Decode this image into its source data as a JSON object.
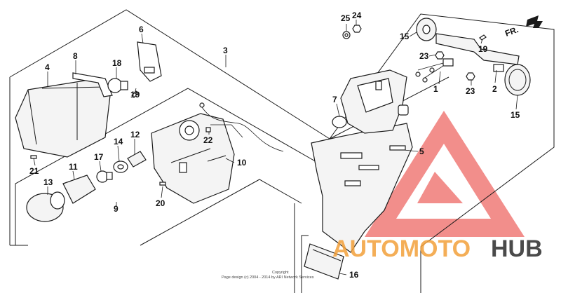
{
  "direction_label": "FR.",
  "callouts": [
    {
      "id": "1",
      "text": "1"
    },
    {
      "id": "2",
      "text": "2"
    },
    {
      "id": "3",
      "text": "3"
    },
    {
      "id": "4",
      "text": "4"
    },
    {
      "id": "5",
      "text": "5"
    },
    {
      "id": "6",
      "text": "6"
    },
    {
      "id": "7",
      "text": "7"
    },
    {
      "id": "8",
      "text": "8"
    },
    {
      "id": "9",
      "text": "9"
    },
    {
      "id": "10",
      "text": "10"
    },
    {
      "id": "11",
      "text": "11"
    },
    {
      "id": "12",
      "text": "12"
    },
    {
      "id": "13",
      "text": "13"
    },
    {
      "id": "14",
      "text": "14"
    },
    {
      "id": "15a",
      "text": "15"
    },
    {
      "id": "15b",
      "text": "15"
    },
    {
      "id": "16",
      "text": "16"
    },
    {
      "id": "17",
      "text": "17"
    },
    {
      "id": "18",
      "text": "18"
    },
    {
      "id": "19a",
      "text": "19"
    },
    {
      "id": "19b",
      "text": "19"
    },
    {
      "id": "20",
      "text": "20"
    },
    {
      "id": "21",
      "text": "21"
    },
    {
      "id": "22",
      "text": "22"
    },
    {
      "id": "23a",
      "text": "23"
    },
    {
      "id": "23b",
      "text": "23"
    },
    {
      "id": "24",
      "text": "24"
    },
    {
      "id": "25",
      "text": "25"
    }
  ],
  "copyright": {
    "line1": "Copyright",
    "line2": "Page design (c) 2004 - 2014 by ARI Network Services"
  },
  "watermark": {
    "text_part1": "AUTOMOTO",
    "text_part2": "HUB",
    "color_red": "#e8322e",
    "color_orange": "#f3a03a",
    "color_dark": "#2b2b2b"
  }
}
